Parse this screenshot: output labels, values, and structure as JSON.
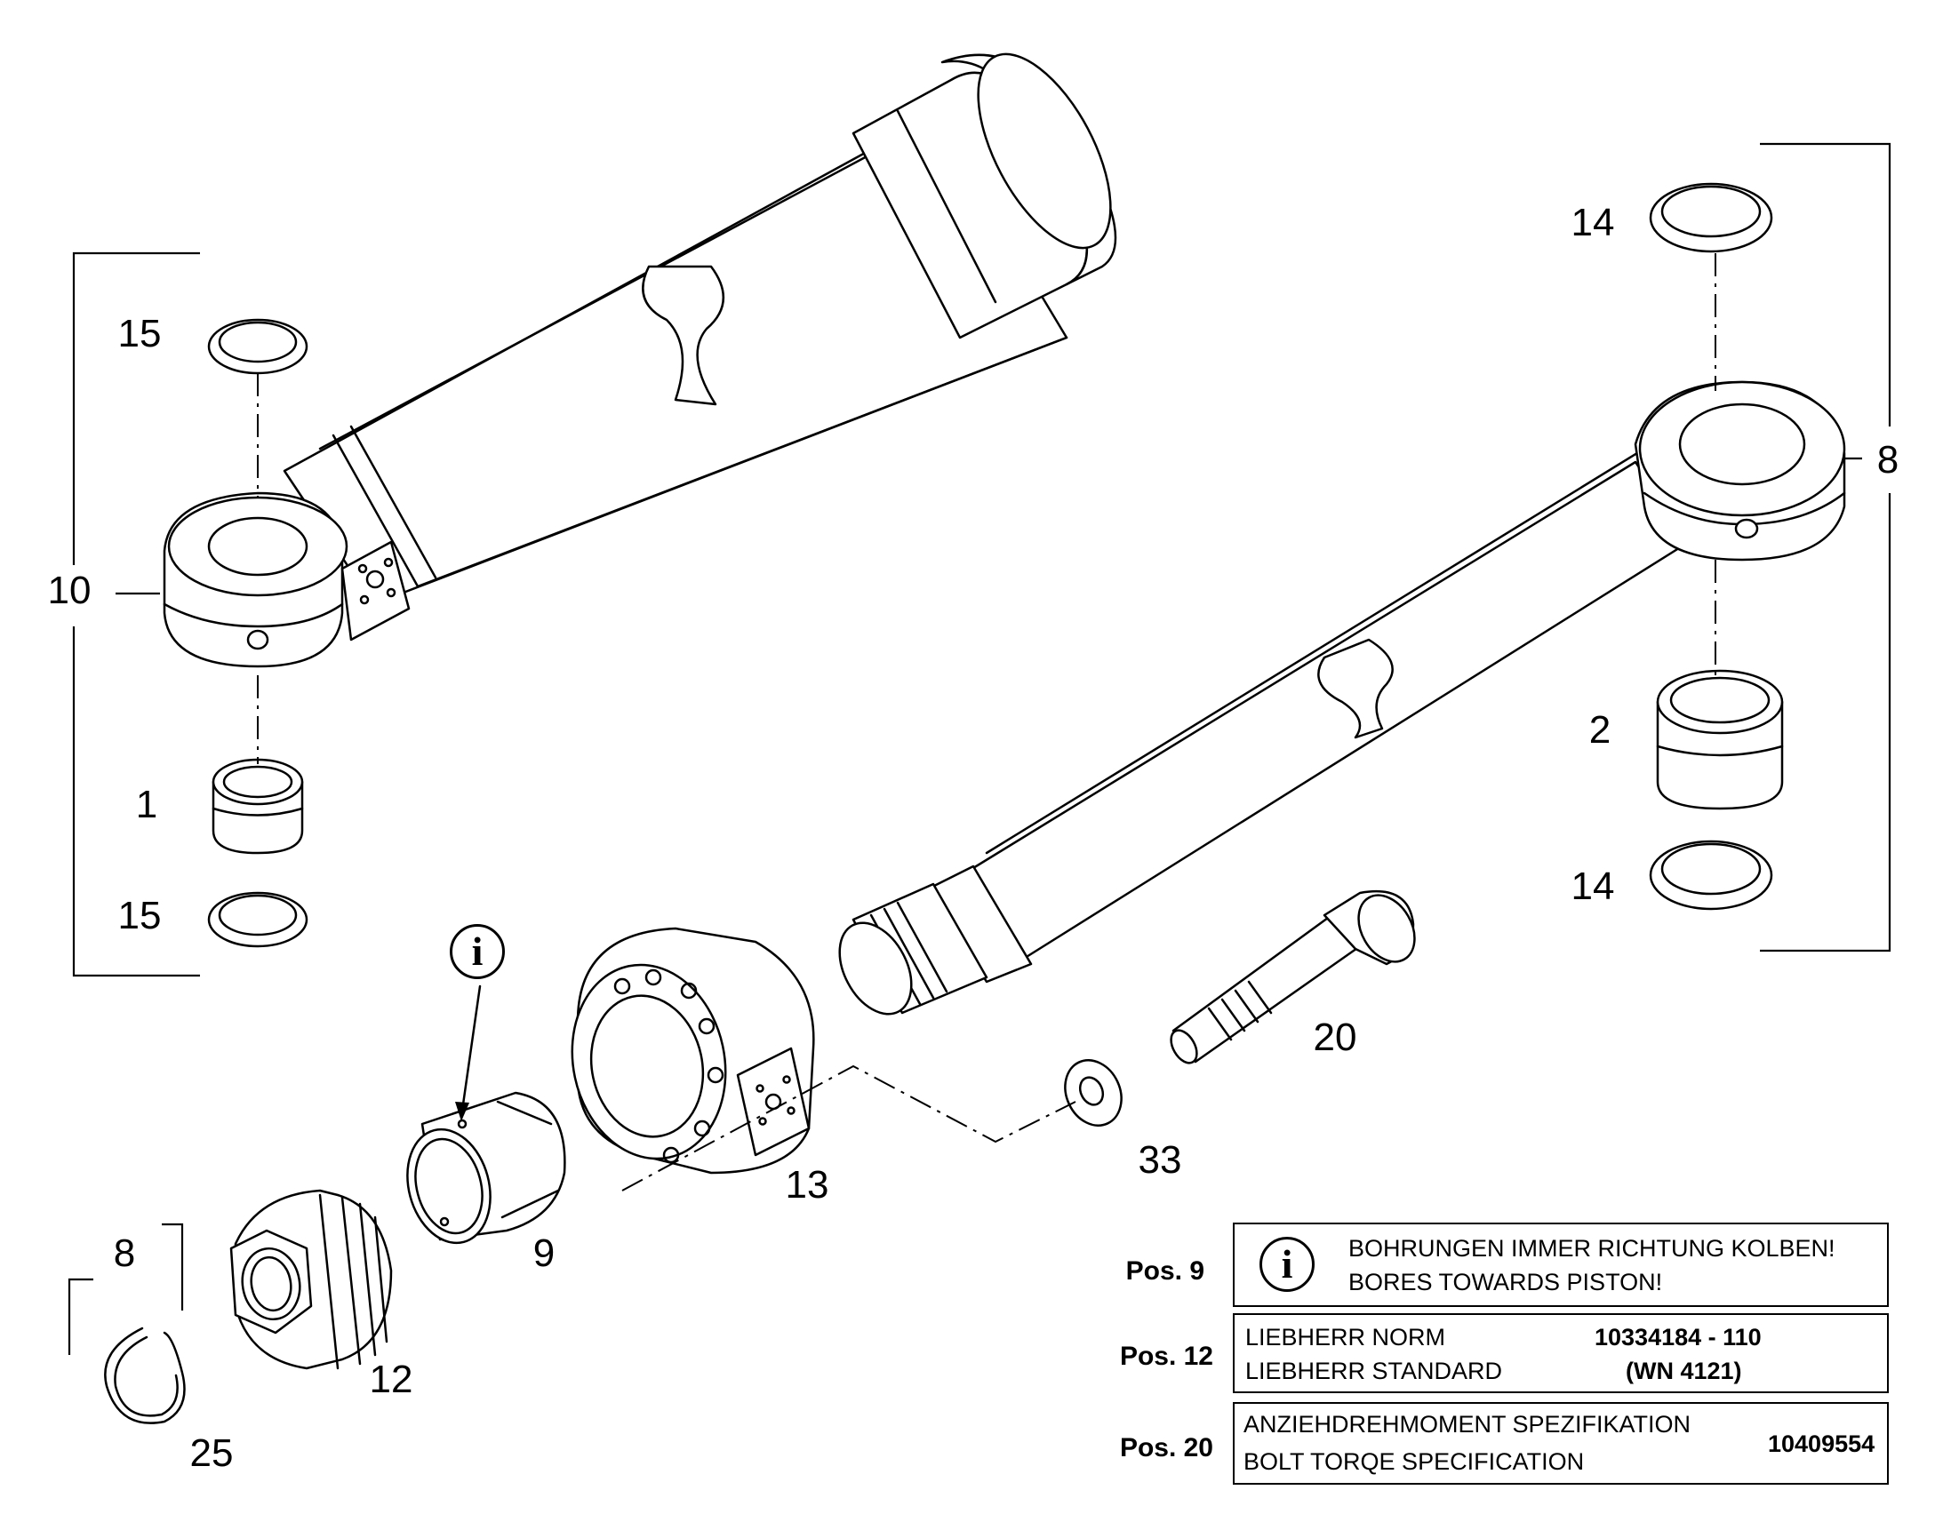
{
  "diagram": {
    "callouts": {
      "c10": "10",
      "c15_top": "15",
      "c1": "1",
      "c15_bottom": "15",
      "c14_top": "14",
      "c8_right": "8",
      "c2": "2",
      "c14_bottom": "14",
      "c20": "20",
      "c33": "33",
      "c13": "13",
      "c9": "9",
      "c8_left": "8",
      "c12": "12",
      "c25": "25"
    },
    "info_symbol": "i"
  },
  "notes": [
    {
      "pos_label": "Pos. 9",
      "icon": "info-icon",
      "lines": [
        "BOHRUNGEN IMMER RICHTUNG KOLBEN!",
        "BORES TOWARDS PISTON!"
      ]
    },
    {
      "pos_label": "Pos. 12",
      "lines": [
        "LIEBHERR NORM",
        "LIEBHERR STANDARD"
      ],
      "codes": [
        "10334184 - 110",
        "(WN 4121)"
      ]
    },
    {
      "pos_label": "Pos. 20",
      "lines": [
        "ANZIEHDREHMOMENT SPEZIFIKATION",
        "BOLT TORQE SPECIFICATION"
      ],
      "code": "10409554"
    }
  ]
}
